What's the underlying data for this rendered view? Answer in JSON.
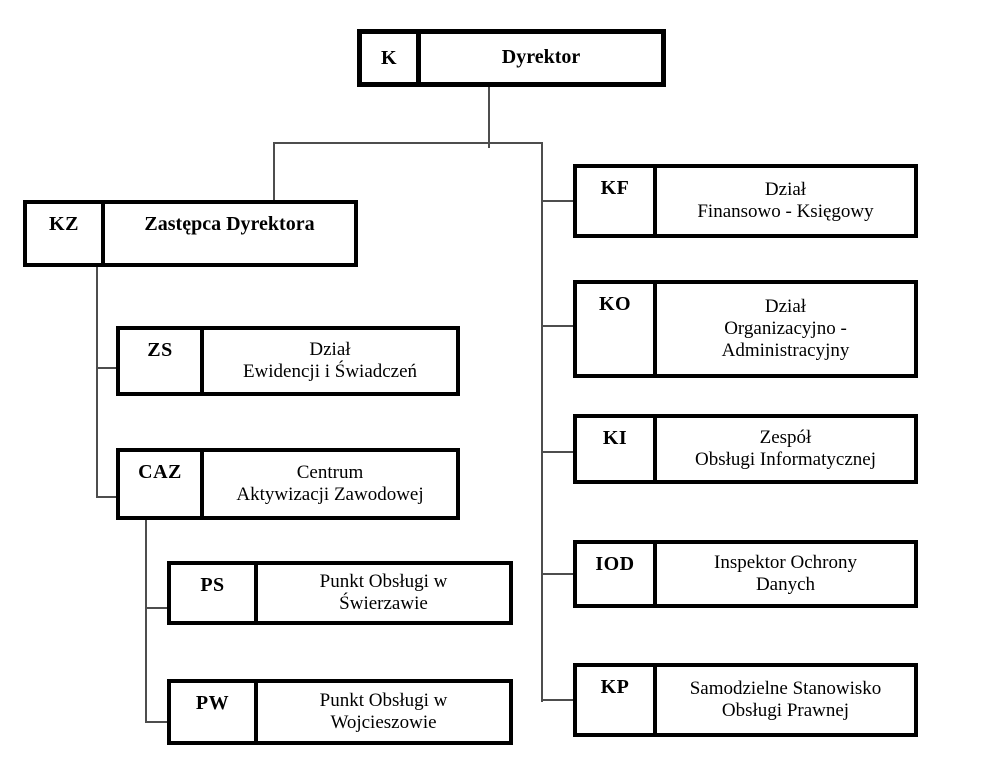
{
  "colors": {
    "background": "#ffffff",
    "box_border": "#000000",
    "connector": "#4d4d4d",
    "text": "#000000"
  },
  "nodes": {
    "k": {
      "code": "K",
      "label": "Dyrektor"
    },
    "kz": {
      "code": "KZ",
      "label": "Zastępca Dyrektora"
    },
    "zs": {
      "code": "ZS",
      "label": "Dział\nEwidencji i Świadczeń"
    },
    "caz": {
      "code": "CAZ",
      "label": "Centrum\nAktywizacji Zawodowej"
    },
    "ps": {
      "code": "PS",
      "label": "Punkt Obsługi w\nŚwierzawie"
    },
    "pw": {
      "code": "PW",
      "label": "Punkt Obsługi w\nWojcieszowie"
    },
    "kf": {
      "code": "KF",
      "label": "Dział\nFinansowo - Księgowy"
    },
    "ko": {
      "code": "KO",
      "label": "Dział\nOrganizacyjno -\nAdministracyjny"
    },
    "ki": {
      "code": "KI",
      "label": "Zespół\nObsługi Informatycznej"
    },
    "iod": {
      "code": "IOD",
      "label": "Inspektor Ochrony\nDanych"
    },
    "kp": {
      "code": "KP",
      "label": "Samodzielne Stanowisko\nObsługi Prawnej"
    }
  }
}
